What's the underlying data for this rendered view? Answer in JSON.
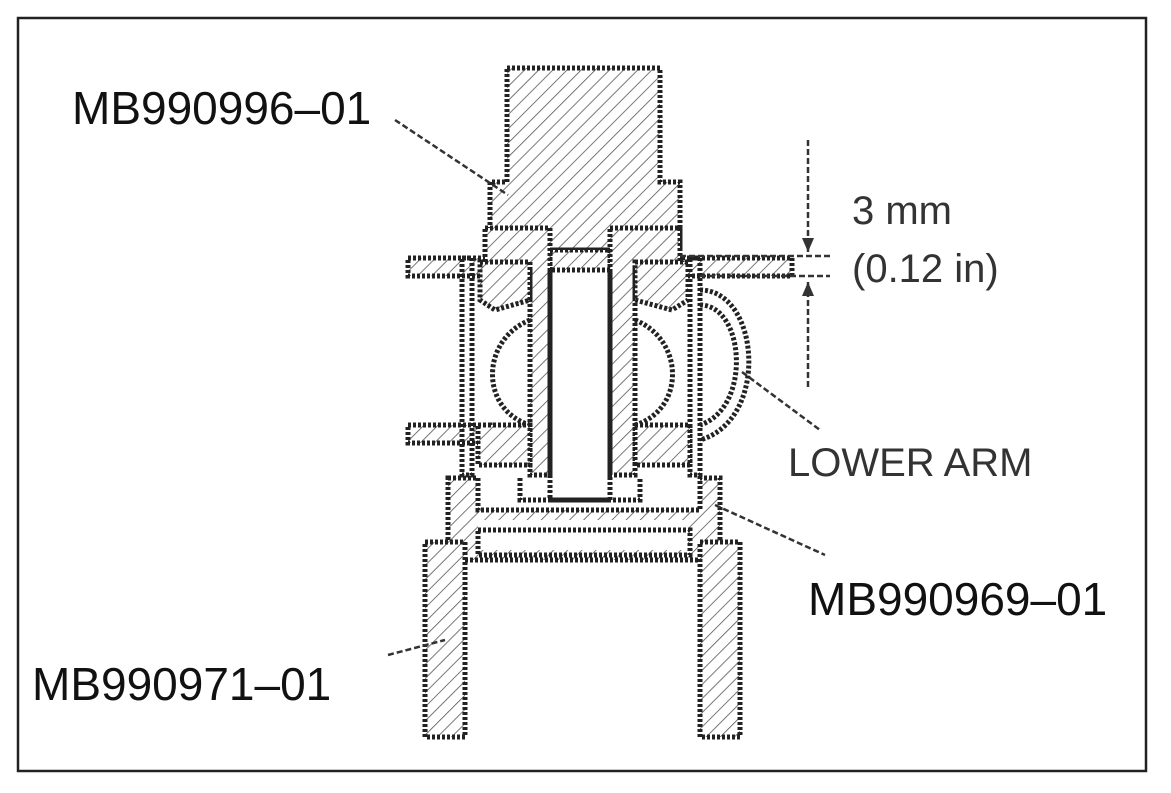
{
  "labels": {
    "tool_top": "MB990996–01",
    "dimension_mm": "3 mm",
    "dimension_in": "(0.12 in)",
    "lower_arm": "LOWER ARM",
    "tool_mid": "MB990969–01",
    "tool_bottom": "MB990971–01"
  },
  "colors": {
    "line": "#222222",
    "text": "#111111",
    "background": "#ffffff"
  }
}
